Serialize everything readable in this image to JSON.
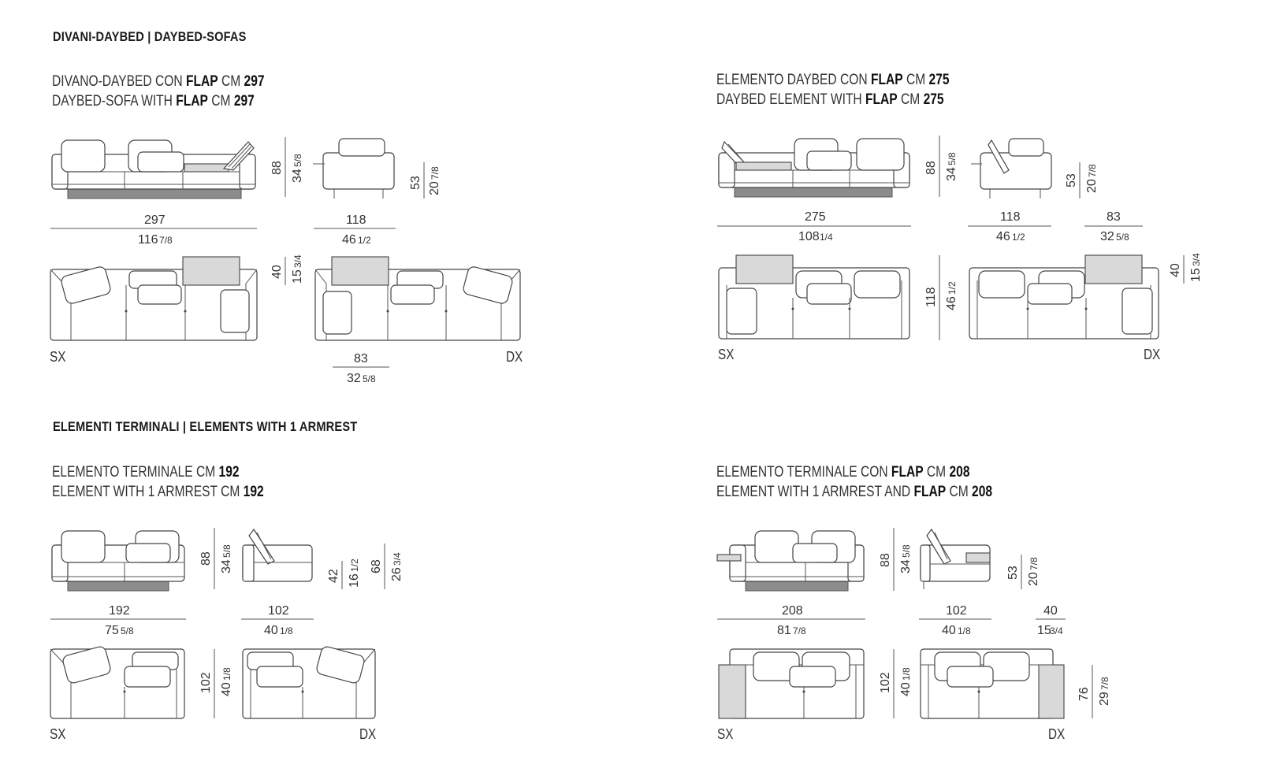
{
  "sections": [
    {
      "heading": "DIVANI-DAYBED | DAYBED-SOFAS"
    },
    {
      "heading": "ELEMENTI TERMINALI  | ELEMENTS WITH 1 ARMREST"
    }
  ],
  "products": {
    "p1": {
      "it": [
        "DIVANO-DAYBED CON ",
        "FLAP",
        " CM ",
        "297"
      ],
      "en": [
        "DAYBED-SOFA WITH ",
        "FLAP",
        " CM ",
        "297"
      ],
      "width_cm": "297",
      "width_in": "116",
      "width_in_frac": "7/8",
      "depth_cm": "118",
      "depth_in": "46",
      "depth_in_frac": "1/2",
      "height_cm": "88",
      "height_in": "34",
      "height_in_frac": "5/8",
      "seat_cm": "53",
      "seat_in": "20",
      "seat_in_frac": "7/8",
      "flap_depth_cm": "40",
      "flap_depth_in": "15",
      "flap_depth_in_frac": "3/4",
      "flap_w_cm": "83",
      "flap_w_in": "32",
      "flap_w_in_frac": "5/8",
      "left": "SX",
      "right": "DX"
    },
    "p2": {
      "it": [
        "ELEMENTO DAYBED CON ",
        "FLAP",
        " CM ",
        "275"
      ],
      "en": [
        "DAYBED ELEMENT WITH ",
        "FLAP",
        " CM ",
        "275"
      ],
      "width_cm": "275",
      "width_in": "108",
      "width_in_frac": "1/4",
      "depth_cm": "118",
      "depth_in": "46",
      "depth_in_frac": "1/2",
      "height_cm": "88",
      "height_in": "34",
      "height_in_frac": "5/8",
      "seat_cm": "53",
      "seat_in": "20",
      "seat_in_frac": "7/8",
      "flap_w_cm": "83",
      "flap_w_in": "32",
      "flap_w_in_frac": "5/8",
      "flap_depth_cm": "40",
      "flap_depth_in": "15",
      "flap_depth_in_frac": "3/4",
      "plan_depth_cm": "118",
      "plan_depth_in": "46",
      "plan_depth_in_frac": "1/2",
      "left": "SX",
      "right": "DX"
    },
    "p3": {
      "it": [
        "ELEMENTO TERMINALE CM ",
        "192"
      ],
      "en": [
        "ELEMENT WITH 1 ARMREST CM ",
        "192"
      ],
      "width_cm": "192",
      "width_in": "75",
      "width_in_frac": "5/8",
      "depth_cm": "102",
      "depth_in": "40",
      "depth_in_frac": "1/8",
      "height_cm": "88",
      "height_in": "34",
      "height_in_frac": "5/8",
      "arm_cm": "42",
      "arm_in": "16",
      "arm_in_frac": "1/2",
      "back_cm": "68",
      "back_in": "26",
      "back_in_frac": "3/4",
      "plan_depth_cm": "102",
      "plan_depth_in": "40",
      "plan_depth_in_frac": "1/8",
      "left": "SX",
      "right": "DX"
    },
    "p4": {
      "it": [
        "ELEMENTO TERMINALE CON ",
        "FLAP",
        " CM ",
        "208"
      ],
      "en": [
        "ELEMENT WITH 1 ARMREST AND ",
        "FLAP",
        " CM ",
        "208"
      ],
      "width_cm": "208",
      "width_in": "81",
      "width_in_frac": "7/8",
      "depth_cm": "102",
      "depth_in": "40",
      "depth_in_frac": "1/8",
      "height_cm": "88",
      "height_in": "34",
      "height_in_frac": "5/8",
      "seat_cm": "53",
      "seat_in": "20",
      "seat_in_frac": "7/8",
      "flap_cm": "40",
      "flap_in": "15",
      "flap_in_frac": "3/4",
      "plan_depth_cm": "102",
      "plan_depth_in": "40",
      "plan_depth_in_frac": "1/8",
      "flap_len_cm": "76",
      "flap_len_in": "29",
      "flap_len_in_frac": "7/8",
      "left": "SX",
      "right": "DX"
    }
  }
}
